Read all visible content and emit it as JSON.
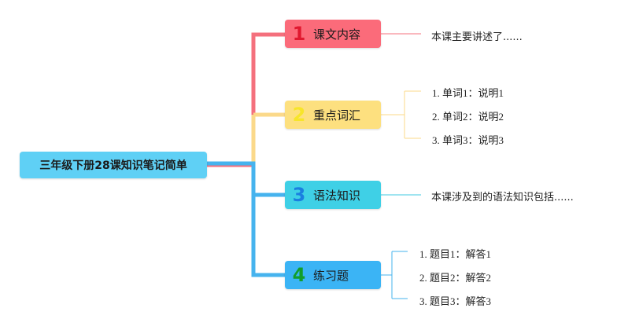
{
  "root": {
    "label": "三年级下册28课知识笔记简单"
  },
  "branches": [
    {
      "num": "1",
      "label": "课文内容",
      "color": "#fb6b7a",
      "line_color": "#f4707d"
    },
    {
      "num": "2",
      "label": "重点词汇",
      "color": "#fde07f",
      "line_color": "#fbd98a"
    },
    {
      "num": "3",
      "label": "语法知识",
      "color": "#3fd0e6",
      "line_color": "#3fc9e0"
    },
    {
      "num": "4",
      "label": "练习题",
      "color": "#3bb4f5",
      "line_color": "#46b3ee"
    }
  ],
  "leaves": {
    "b1": [
      "本课主要讲述了......"
    ],
    "b2": [
      "1. 单词1：说明1",
      "2. 单词2：说明2",
      "3. 单词3：说明3"
    ],
    "b3": [
      "本课涉及到的语法知识包括......"
    ],
    "b4": [
      "1. 题目1：解答1",
      "2. 题目2：解答2",
      "3. 题目3：解答3"
    ]
  }
}
